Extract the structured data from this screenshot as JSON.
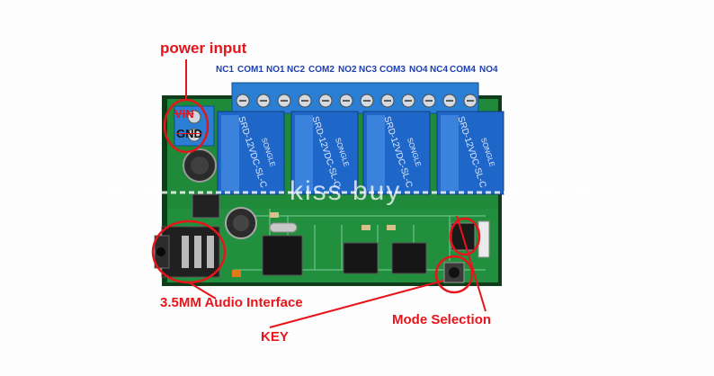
{
  "labels": {
    "power_input": "power input",
    "vin": "VIN",
    "gnd": "GND",
    "audio_interface": "3.5MM Audio Interface",
    "key": "KEY",
    "mode_selection": "Mode Selection"
  },
  "terminals": [
    "NC1",
    "COM1",
    "NO1",
    "NC2",
    "COM2",
    "NO2",
    "NC3",
    "COM3",
    "NO4",
    "NC4",
    "COM4",
    "NO4"
  ],
  "relay_marking": "SRD-12VDC-SL-C",
  "relay_brand": "SONGLE",
  "watermark": "kiss buy",
  "colors": {
    "label_red": "#e8141b",
    "label_blue": "#1d3fb0",
    "pcb_green": "#1e8a3a",
    "relay_blue": "#1f66c9",
    "terminal_blue": "#2a7fd4"
  }
}
